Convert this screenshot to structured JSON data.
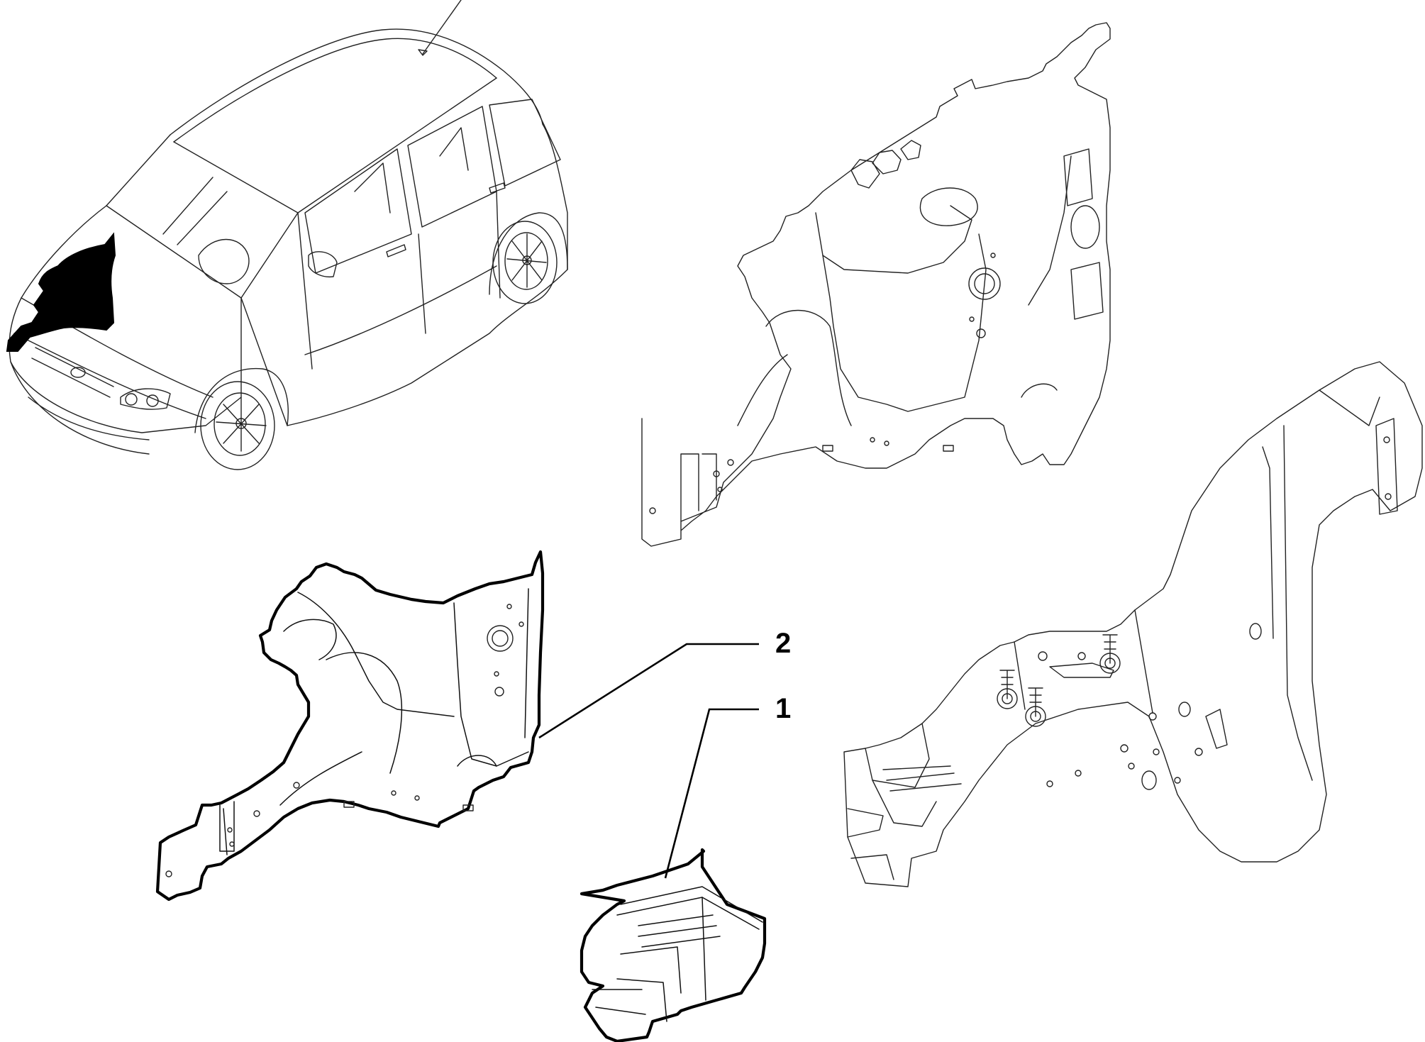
{
  "diagram": {
    "callouts": [
      {
        "number": "2",
        "part": "front-wheelhouse-inner-panel"
      },
      {
        "number": "1",
        "part": "front-side-member-extension"
      }
    ],
    "highlight_color": "#000000",
    "line_color": "#222222",
    "background": "#ffffff"
  }
}
